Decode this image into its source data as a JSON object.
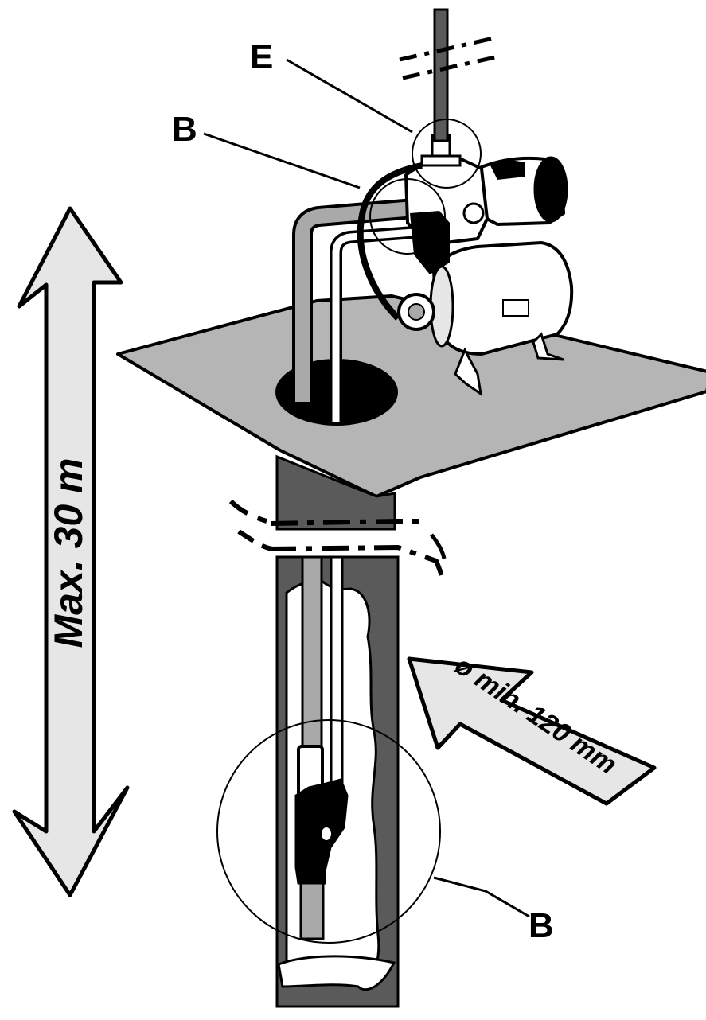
{
  "labels": {
    "top_e": "E",
    "top_b": "B",
    "bottom_b": "B",
    "depth": "Max. 30 m",
    "diameter": "ø min. 120 mm"
  },
  "colors": {
    "ink": "#000000",
    "paper": "#ffffff",
    "light_gray": "#e6e6e6",
    "mid_gray": "#a9a9a9",
    "dark_gray": "#5a5a5a",
    "ground": "#b5b5b5"
  },
  "icons": [
    "double-arrow-icon",
    "arrow-icon",
    "pump-icon",
    "pressure-gauge-icon",
    "pressure-tank-icon",
    "submersible-foot-valve-icon"
  ]
}
